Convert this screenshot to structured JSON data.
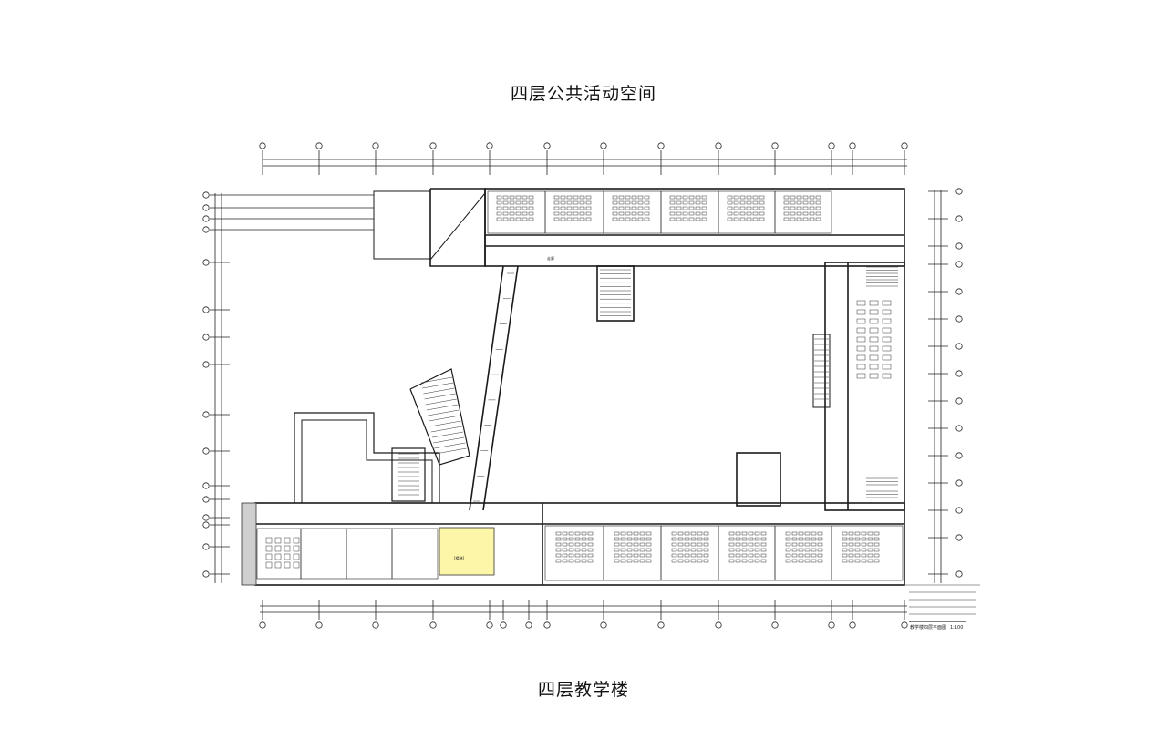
{
  "page": {
    "top_caption": "四层公共活动空间",
    "bottom_caption": "四层教学楼"
  },
  "plan": {
    "colors": {
      "line": "#1a1a1a",
      "grid": "#333333",
      "highlight": "#fdf6a8",
      "wall_fill": "#cfcfcf",
      "hatch": "#8a8a8a"
    },
    "title_block": {
      "caption": "教学楼四层平面图",
      "scale": "1:100"
    },
    "room_tag": "[楼梯]",
    "corridor_tag": "走廊"
  }
}
